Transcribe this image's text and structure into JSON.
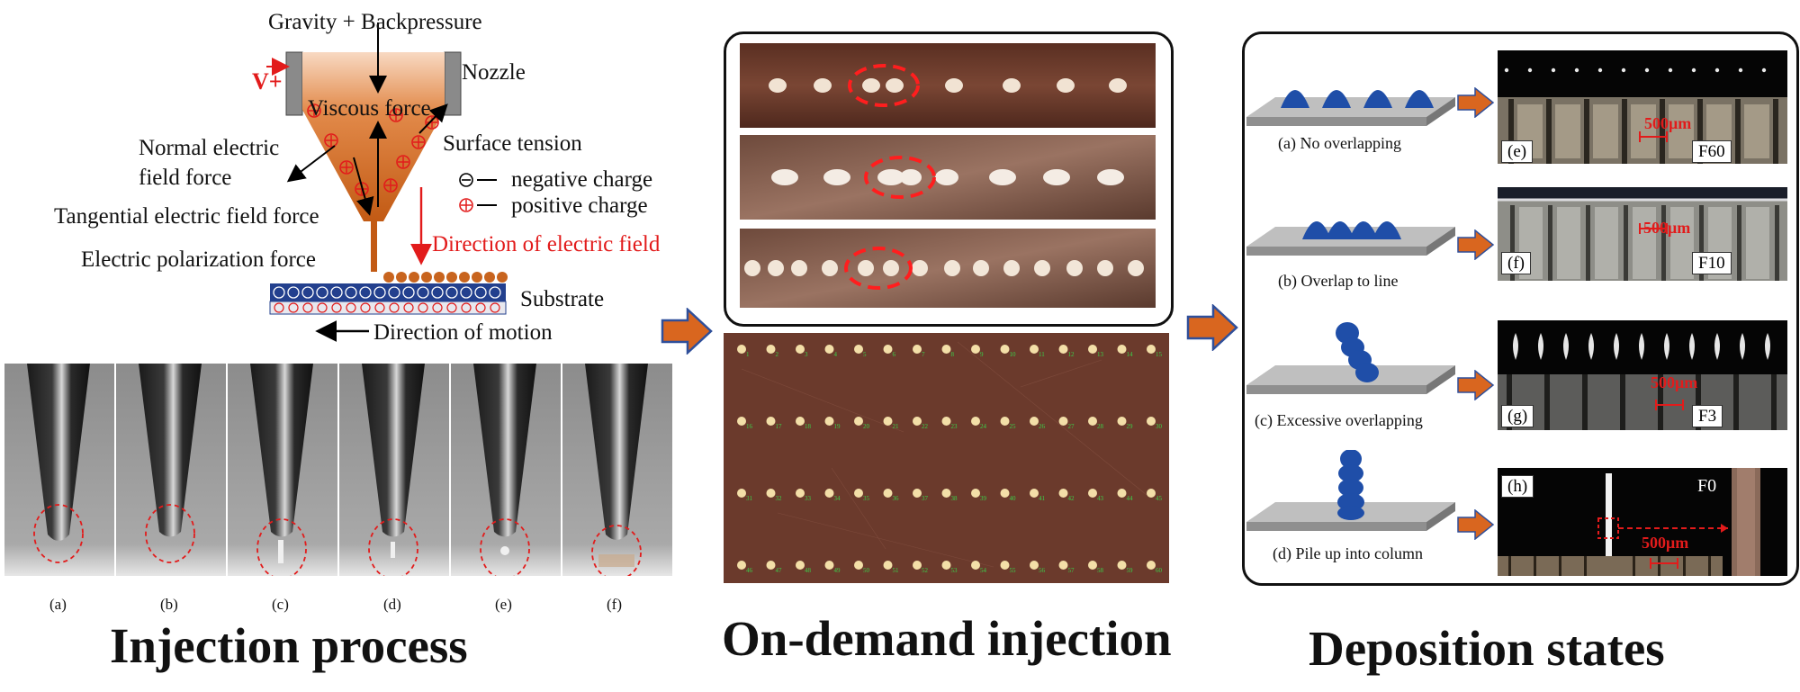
{
  "left_panel": {
    "top_label": "Gravity + Backpressure",
    "voltage_label": "V+",
    "nozzle_label": "Nozzle",
    "viscous_label": "Viscous force",
    "surface_tension_label": "Surface tension",
    "normal_force_line1": "Normal electric",
    "normal_force_line2": "field force",
    "tangential_force_label": "Tangential electric field force",
    "polarization_label": "Electric polarization force",
    "negative_charge_label": "negative charge",
    "positive_charge_label": "positive charge",
    "field_direction_label": "Direction of electric field",
    "substrate_label": "Substrate",
    "motion_label": "Direction of motion",
    "frame_labels": [
      "(a)",
      "(b)",
      "(c)",
      "(d)",
      "(e)",
      "(f)"
    ],
    "title": "Injection process"
  },
  "middle_panel": {
    "title": "On-demand injection",
    "grid_rows": [
      [
        "1",
        "2",
        "3",
        "4",
        "5",
        "6",
        "7",
        "8",
        "9",
        "10",
        "11",
        "12",
        "13",
        "14",
        "15"
      ],
      [
        "16",
        "17",
        "18",
        "19",
        "20",
        "21",
        "22",
        "23",
        "24",
        "25",
        "26",
        "27",
        "28",
        "29",
        "30"
      ],
      [
        "31",
        "32",
        "33",
        "34",
        "35",
        "36",
        "37",
        "38",
        "39",
        "40",
        "41",
        "42",
        "43",
        "44",
        "45"
      ],
      [
        "46",
        "47",
        "48",
        "49",
        "50",
        "51",
        "52",
        "53",
        "54",
        "55",
        "56",
        "57",
        "58",
        "59",
        "60"
      ]
    ]
  },
  "right_panel": {
    "title": "Deposition states",
    "rows": [
      {
        "caption": "(a) No overlapping",
        "tag": "(e)",
        "code": "F60",
        "scale": "500μm"
      },
      {
        "caption": "(b) Overlap to line",
        "tag": "(f)",
        "code": "F10",
        "scale": "500μm"
      },
      {
        "caption": "(c) Excessive overlapping",
        "tag": "(g)",
        "code": "F3",
        "scale": "500μm"
      },
      {
        "caption": "(d) Pile up into column",
        "tag": "(h)",
        "code": "F0",
        "scale": "500μm"
      }
    ]
  },
  "colors": {
    "accent_red": "#e21b1b",
    "droplet_orange": "#c8641e",
    "arrow_orange": "#d9661f",
    "arrow_outline": "#2f4f9a",
    "substrate_blue": "#23408e",
    "copper_brown": "#6b3a2c"
  }
}
